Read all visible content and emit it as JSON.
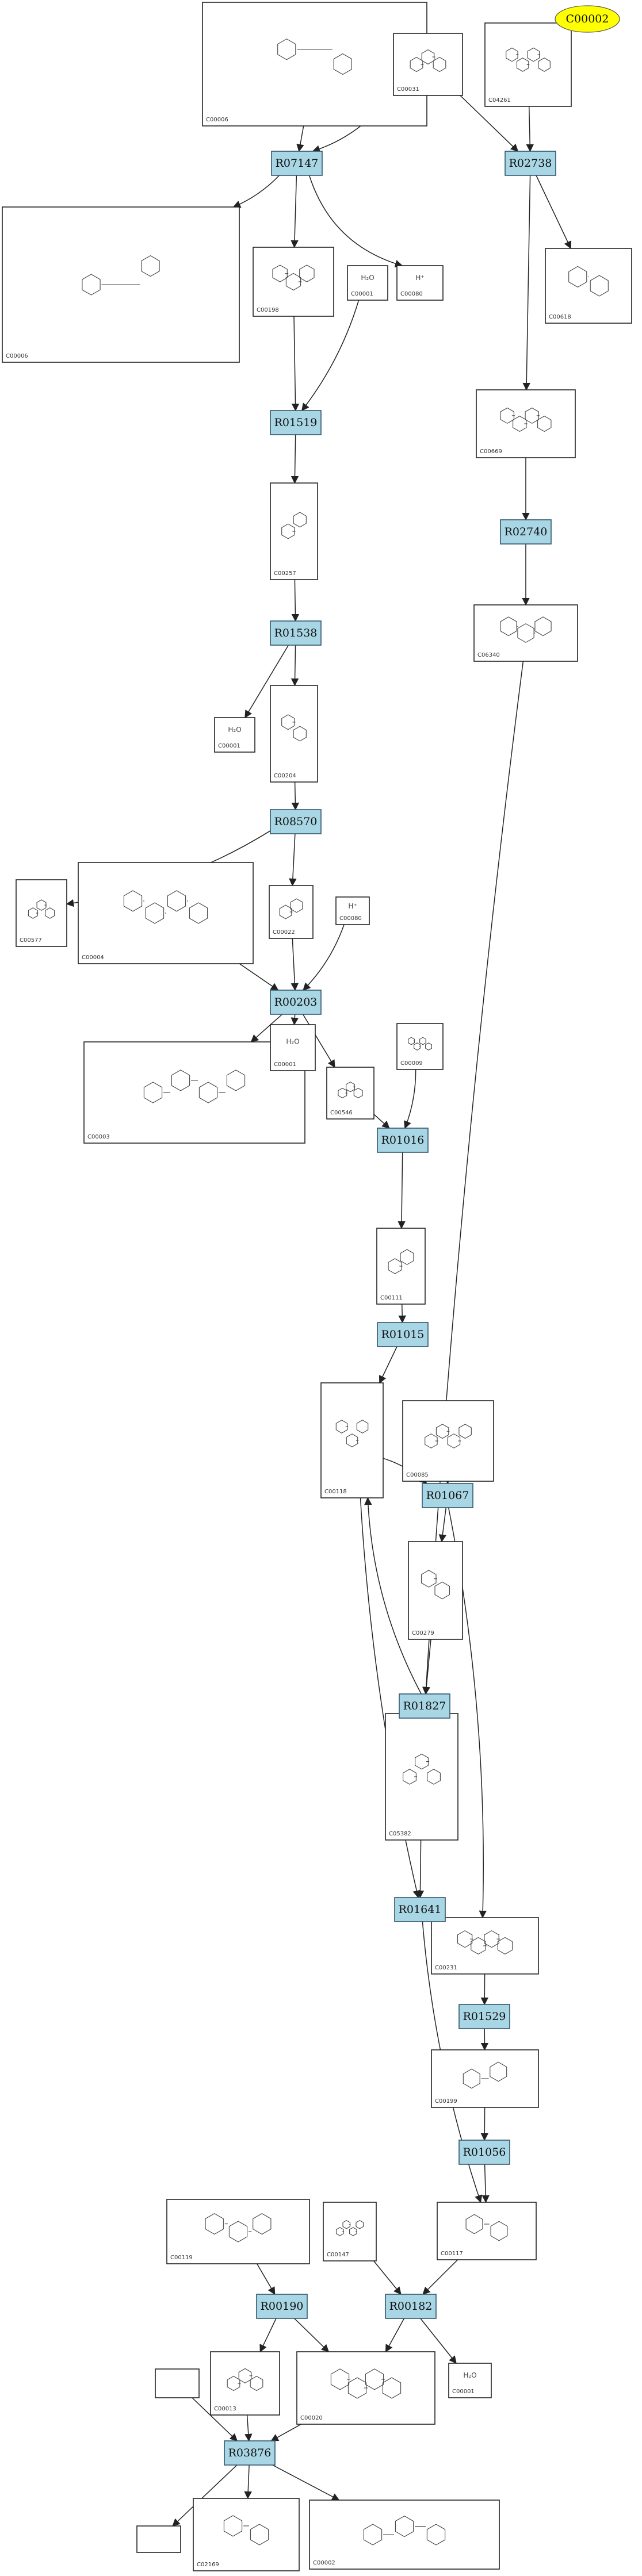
{
  "legend": {
    "label": "C00002"
  },
  "compounds": [
    {
      "id": "c00006a",
      "label": "C00006",
      "hint": ""
    },
    {
      "id": "c00031",
      "label": "C00031",
      "hint": ""
    },
    {
      "id": "c04261",
      "label": "C04261",
      "hint": ""
    },
    {
      "id": "c00006b",
      "label": "C00006",
      "hint": ""
    },
    {
      "id": "c00198",
      "label": "C00198",
      "hint": ""
    },
    {
      "id": "c00080a",
      "label": "C00080",
      "hint": "H⁺"
    },
    {
      "id": "c00618",
      "label": "C00618",
      "hint": ""
    },
    {
      "id": "c00001a",
      "label": "C00001",
      "hint": "H₂O"
    },
    {
      "id": "c00669",
      "label": "C00669",
      "hint": ""
    },
    {
      "id": "c00257",
      "label": "C00257",
      "hint": ""
    },
    {
      "id": "c06340",
      "label": "C06340",
      "hint": ""
    },
    {
      "id": "c00001b",
      "label": "C00001",
      "hint": "H₂O"
    },
    {
      "id": "c00204",
      "label": "C00204",
      "hint": ""
    },
    {
      "id": "c00577",
      "label": "C00577",
      "hint": ""
    },
    {
      "id": "c00004",
      "label": "C00004",
      "hint": ""
    },
    {
      "id": "c00022",
      "label": "C00022",
      "hint": ""
    },
    {
      "id": "c00080b",
      "label": "C00080",
      "hint": "H⁺"
    },
    {
      "id": "c00003",
      "label": "C00003",
      "hint": ""
    },
    {
      "id": "c00001c",
      "label": "C00001",
      "hint": "H₂O"
    },
    {
      "id": "c00546",
      "label": "C00546",
      "hint": ""
    },
    {
      "id": "c00009",
      "label": "C00009",
      "hint": ""
    },
    {
      "id": "c00111",
      "label": "C00111",
      "hint": ""
    },
    {
      "id": "c00118",
      "label": "C00118",
      "hint": ""
    },
    {
      "id": "c00085",
      "label": "C00085",
      "hint": ""
    },
    {
      "id": "c00279",
      "label": "C00279",
      "hint": ""
    },
    {
      "id": "c05382",
      "label": "C05382",
      "hint": ""
    },
    {
      "id": "c00231",
      "label": "C00231",
      "hint": ""
    },
    {
      "id": "c00199",
      "label": "C00199",
      "hint": ""
    },
    {
      "id": "c00119",
      "label": "C00119",
      "hint": ""
    },
    {
      "id": "c00147",
      "label": "C00147",
      "hint": ""
    },
    {
      "id": "c00117",
      "label": "C00117",
      "hint": ""
    },
    {
      "id": "c00013",
      "label": "C00013",
      "hint": ""
    },
    {
      "id": "c00020",
      "label": "C00020",
      "hint": ""
    },
    {
      "id": "c00001d",
      "label": "C00001",
      "hint": "H₂O"
    },
    {
      "id": "blank1",
      "label": "",
      "hint": ""
    },
    {
      "id": "blank2",
      "label": "",
      "hint": ""
    },
    {
      "id": "c02169",
      "label": "C02169",
      "hint": ""
    },
    {
      "id": "c00002",
      "label": "C00002",
      "hint": ""
    }
  ],
  "reactions": [
    {
      "id": "r07147",
      "label": "R07147"
    },
    {
      "id": "r02738",
      "label": "R02738"
    },
    {
      "id": "r01519",
      "label": "R01519"
    },
    {
      "id": "r02740",
      "label": "R02740"
    },
    {
      "id": "r01538",
      "label": "R01538"
    },
    {
      "id": "r08570",
      "label": "R08570"
    },
    {
      "id": "r00203",
      "label": "R00203"
    },
    {
      "id": "r01016",
      "label": "R01016"
    },
    {
      "id": "r01015",
      "label": "R01015"
    },
    {
      "id": "r01067",
      "label": "R01067"
    },
    {
      "id": "r01827",
      "label": "R01827"
    },
    {
      "id": "r01641",
      "label": "R01641"
    },
    {
      "id": "r01529",
      "label": "R01529"
    },
    {
      "id": "r01056",
      "label": "R01056"
    },
    {
      "id": "r00190",
      "label": "R00190"
    },
    {
      "id": "r00182",
      "label": "R00182"
    },
    {
      "id": "r03876",
      "label": "R03876"
    }
  ]
}
